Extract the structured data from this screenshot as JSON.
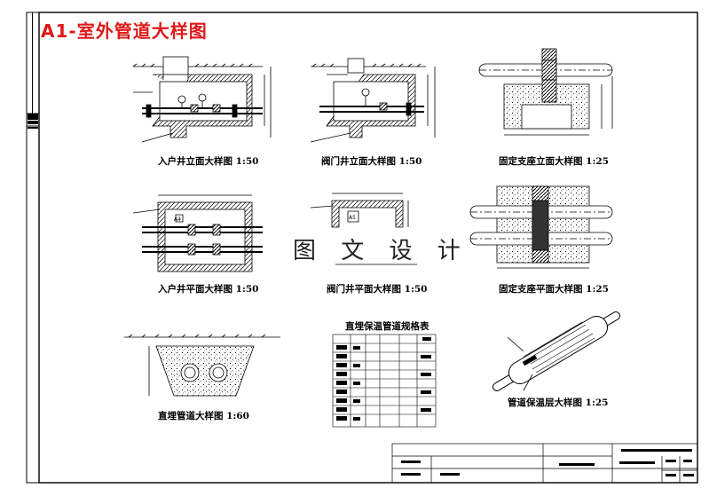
{
  "sheet_title": "A1-室外管道大样图",
  "watermark": "图 文 设 计",
  "captions": {
    "entry_well_elevation": "入户井立面大样图 1:50",
    "valve_well_elevation": "阀门井立面大样图 1:50",
    "fixed_support_elevation": "固定支座立面大样图 1:25",
    "entry_well_plan": "入户井平面大样图 1:50",
    "valve_well_plan": "阀门井平面大样图 1:50",
    "fixed_support_plan": "固定支座平面大样图 1:25",
    "buried_pipe": "直埋管道大样图 1:60",
    "table_title": "直埋保温管道规格表",
    "insulation_layer": "管道保温层大样图 1:25"
  }
}
